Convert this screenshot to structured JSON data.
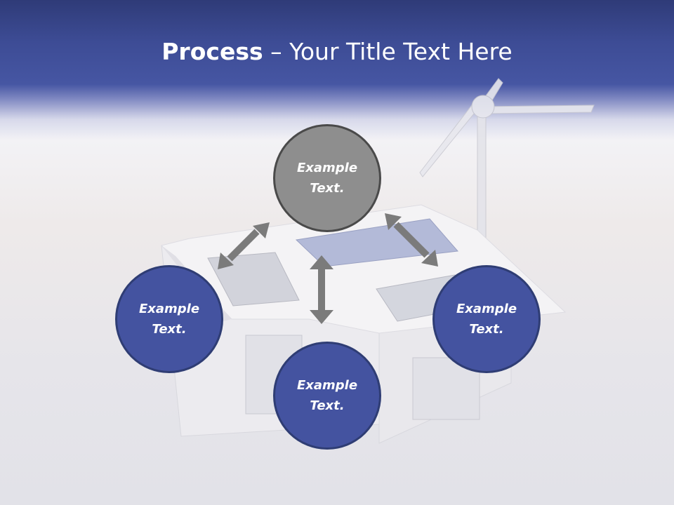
{
  "slide": {
    "title_bold": "Process",
    "title_rest": " – Your Title Text Here"
  },
  "nodes": {
    "top": "Example Text.",
    "left": "Example Text.",
    "right": "Example Text.",
    "bottom": "Example Text."
  },
  "colors": {
    "header": "#3d4c95",
    "node_blue": "#4453a0",
    "node_gray": "#8e8e8e",
    "arrow": "#7b7b7b"
  }
}
